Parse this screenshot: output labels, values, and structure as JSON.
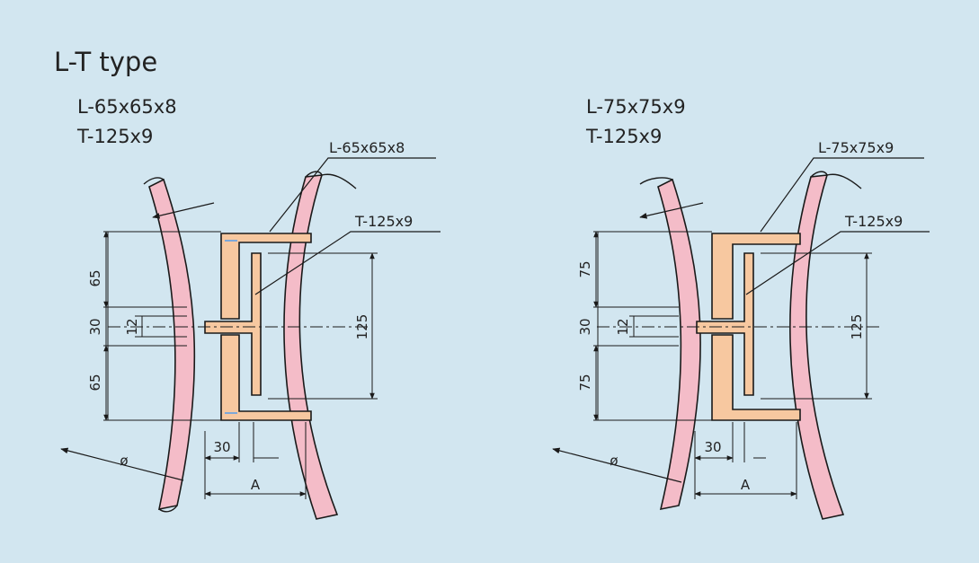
{
  "title": "L-T type",
  "left": {
    "spec_angle": "L-65x65x8",
    "spec_tee": "T-125x9",
    "callout_angle": "L-65x65x8",
    "callout_tee": "T-125x9",
    "dim_top": "65",
    "dim_mid": "30",
    "dim_web": "12",
    "dim_bottom": "65",
    "dim_height": "125",
    "dim_gap": "30",
    "dim_a": "A",
    "dim_dia": "ø"
  },
  "right": {
    "spec_angle": "L-75x75x9",
    "spec_tee": "T-125x9",
    "callout_angle": "L-75x75x9",
    "callout_tee": "T-125x9",
    "dim_top": "75",
    "dim_mid": "30",
    "dim_web": "12",
    "dim_bottom": "75",
    "dim_height": "125",
    "dim_gap": "30",
    "dim_a": "A",
    "dim_dia": "ø"
  },
  "colors": {
    "background": "#d2e6f0",
    "shell_fill": "#f4bcc8",
    "steel_fill": "#f7c8a0",
    "line": "#1a1a1a"
  }
}
